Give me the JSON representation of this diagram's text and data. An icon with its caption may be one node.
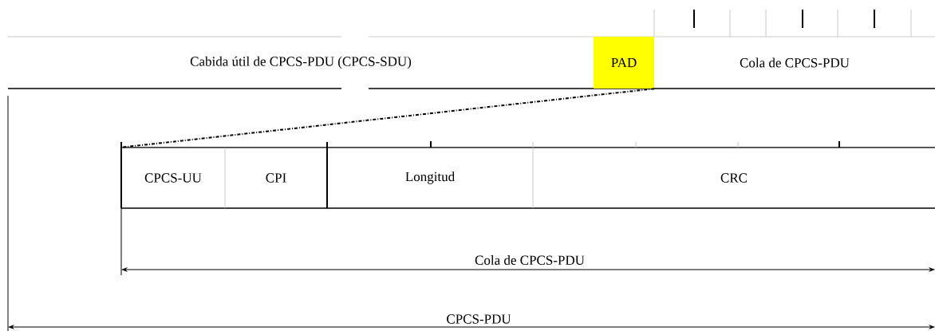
{
  "diagram": {
    "nodes": [
      {
        "text": [
          "Cabida útil de CPCS-PDU (CPCS-SDU)"
        ]
      },
      {
        "text": [
          "PAD"
        ]
      },
      {
        "text": [
          "Cola de CPCS-PDU"
        ]
      },
      {
        "text": [
          "CPCS-UU"
        ]
      },
      {
        "text": [
          "CPI"
        ]
      },
      {
        "text": [
          "Longitud"
        ]
      },
      {
        "text": [
          "CRC"
        ]
      }
    ],
    "edges": [
      {
        "from": 1,
        "to": 3,
        "arrow": "none",
        "style": "dashed"
      }
    ],
    "labels": [
      "Cola de CPCS-PDU",
      "CPCS-PDU"
    ]
  }
}
